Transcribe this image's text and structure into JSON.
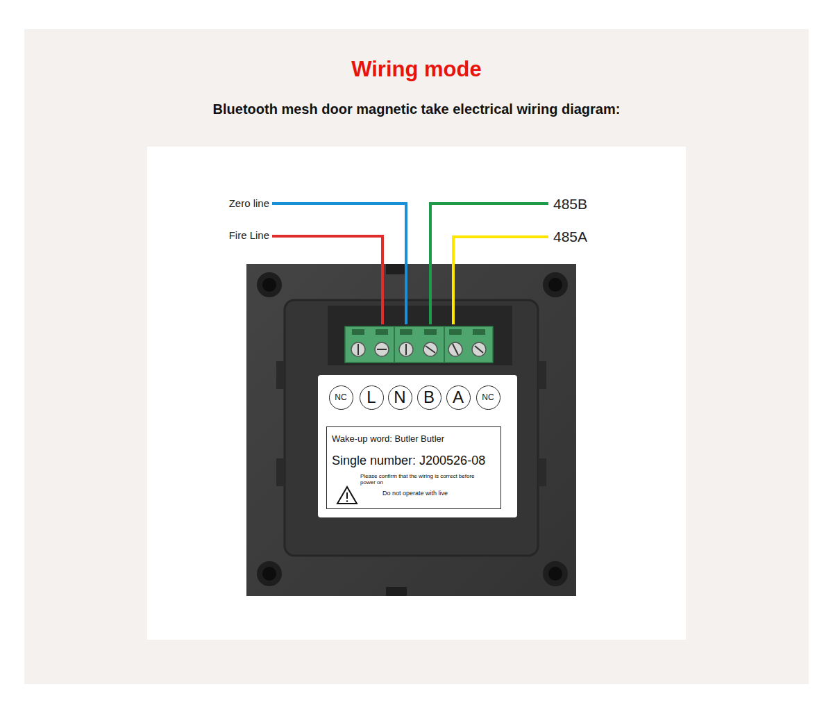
{
  "diagram": {
    "title": "Wiring mode",
    "nodes": [
      {
        "text": [
          "NC"
        ]
      },
      {
        "text": [
          "L"
        ]
      },
      {
        "text": [
          "N"
        ]
      },
      {
        "text": [
          "B"
        ]
      },
      {
        "text": [
          "A"
        ]
      },
      {
        "text": [
          "NC"
        ]
      },
      {
        "text": [
          "Wake-up word: Butler Butler",
          "Single number: J200526-08",
          "Please confirm that the wiring is correct before power on",
          "Do not operate with live"
        ]
      }
    ],
    "labels": [
      "Bluetooth mesh door magnetic take electrical wiring diagram:",
      "Zero line",
      "Fire Line",
      "485B",
      "485A"
    ]
  }
}
